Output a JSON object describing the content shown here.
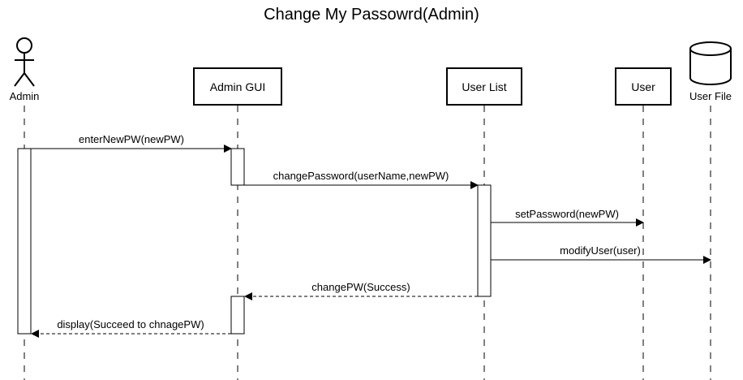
{
  "diagram": {
    "title": "Change My Passowrd(Admin)",
    "actor": {
      "label": "Admin"
    },
    "participants": {
      "admin_gui": "Admin GUI",
      "user_list": "User List",
      "user": "User"
    },
    "datastore": {
      "label": "User File"
    },
    "messages": {
      "m1": "enterNewPW(newPW)",
      "m2": "changePassword(userName,newPW)",
      "m3": "setPassword(newPW)",
      "m4": "modifyUser(user)",
      "m5": "changePW(Success)",
      "m6": "display(Succeed to chnagePW)"
    }
  }
}
